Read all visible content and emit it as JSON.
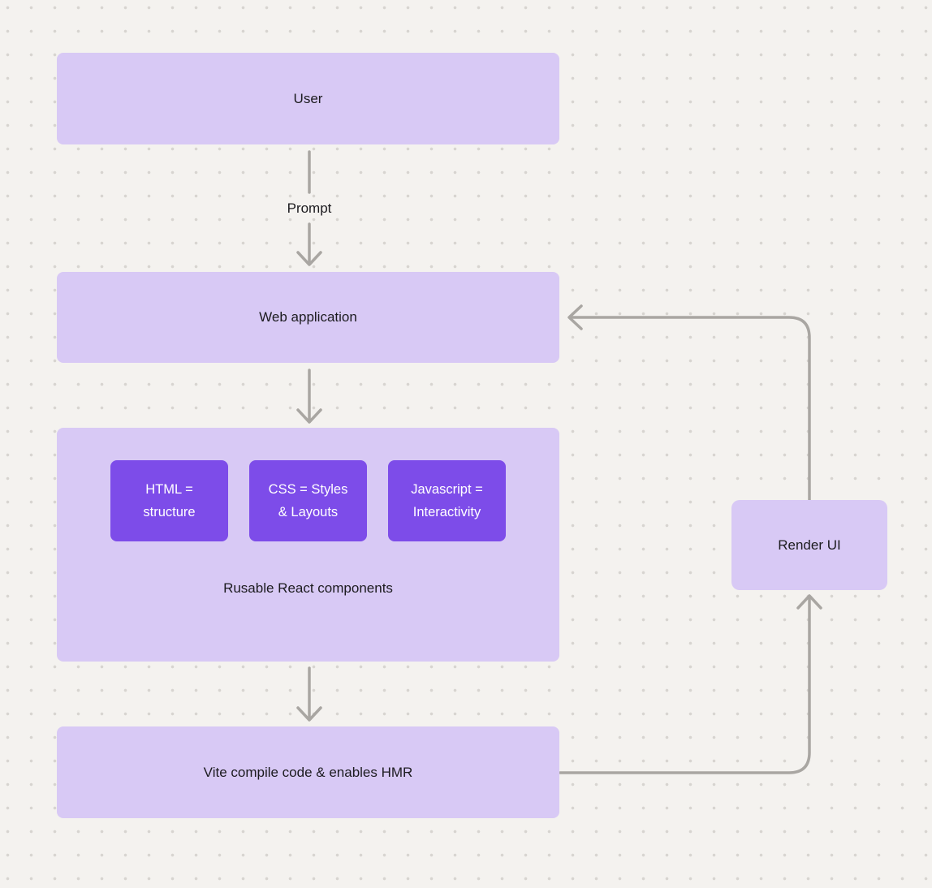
{
  "colors": {
    "background": "#f4f2ef",
    "dot": "#d7d4d0",
    "node_fill": "#d8c9f5",
    "node_text": "#1c1b1f",
    "accent_fill": "#7d4ce9",
    "accent_text": "#ffffff",
    "arrow": "#a9a6a2"
  },
  "nodes": {
    "user": {
      "label": "User"
    },
    "web_application": {
      "label": "Web application"
    },
    "components": {
      "caption": "Rusable React components",
      "items": [
        {
          "label": "HTML =\nstructure"
        },
        {
          "label": "CSS = Styles\n& Layouts"
        },
        {
          "label": "Javascript =\nInteractivity"
        }
      ]
    },
    "vite": {
      "label": "Vite compile code & enables HMR"
    },
    "render_ui": {
      "label": "Render UI"
    }
  },
  "edges": {
    "prompt_label": "Prompt"
  }
}
